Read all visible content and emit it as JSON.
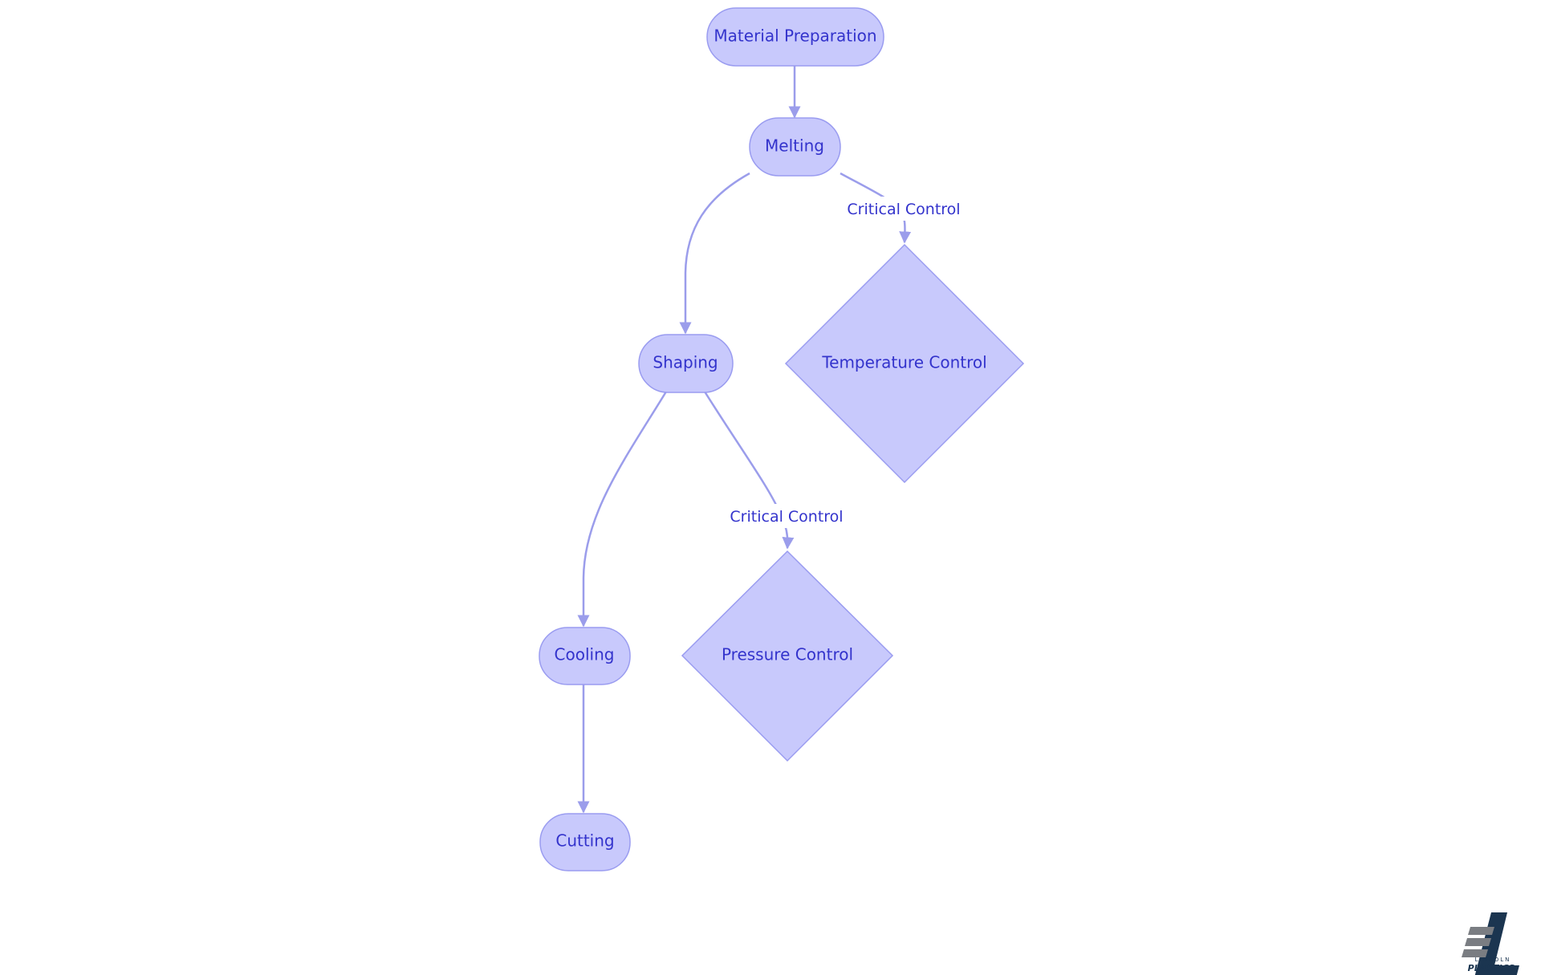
{
  "nodes": {
    "material_preparation": "Material Preparation",
    "melting": "Melting",
    "shaping": "Shaping",
    "temperature_control": "Temperature Control",
    "cooling": "Cooling",
    "pressure_control": "Pressure Control",
    "cutting": "Cutting"
  },
  "edge_labels": {
    "melting_to_temperature": "Critical Control",
    "shaping_to_pressure": "Critical Control"
  },
  "logo": {
    "line1": "LINCOLN",
    "line2": "PLASTICS"
  },
  "colors": {
    "node_fill": "#c8c9fc",
    "node_stroke": "#9a9cf0",
    "node_text": "#3333cc",
    "edge": "#9b9deb",
    "logo_navy": "#1b3550",
    "logo_gray": "#7a7d82"
  }
}
